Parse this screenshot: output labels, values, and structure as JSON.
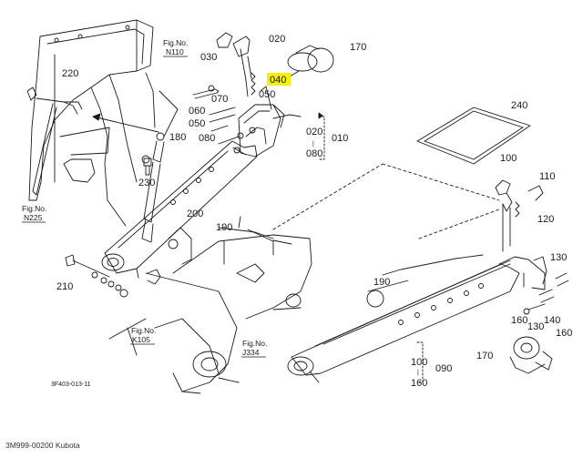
{
  "colors": {
    "line": "#1a1a1a",
    "highlight": "#f5ef10",
    "background": "#ffffff"
  },
  "labels": {
    "p020": "020",
    "p030": "030",
    "p040": "040",
    "p050a": "050",
    "p050b": "050",
    "p060": "060",
    "p070": "070",
    "p080a": "080",
    "p080b": "080",
    "p020b": "020",
    "p010": "010",
    "p090": "090",
    "p100a": "100",
    "p100b": "100",
    "p110": "110",
    "p120": "120",
    "p130a": "130",
    "p130b": "130",
    "p140": "140",
    "p160a": "160",
    "p160b": "160",
    "p170a": "170",
    "p170b": "170",
    "p180": "180",
    "p190a": "190",
    "p190b": "190",
    "p200": "200",
    "p210": "210",
    "p220": "220",
    "p230": "230",
    "p240": "240"
  },
  "fig_refs": {
    "n110_label": "Fig.No.",
    "n110_code": "N110",
    "n225_label": "Fig.No.",
    "n225_code": "N225",
    "k105_label": "Fig.No.",
    "k105_code": "K105",
    "j334_label": "Fig.No.",
    "j334_code": "J334"
  },
  "drawing_number": "3F403-013-11",
  "caption": "3M999-00200 Kubota"
}
